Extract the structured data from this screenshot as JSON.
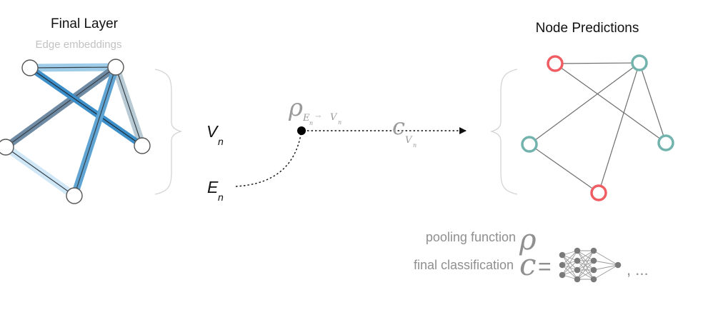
{
  "left_graph": {
    "title": "Final Layer",
    "subtitle": "Edge embeddings"
  },
  "labels": {
    "v_main": "V",
    "v_sub": "n",
    "e_main": "E",
    "e_sub": "n"
  },
  "pooling": {
    "rho": "ρ",
    "sub_e": "E",
    "sub_e_n": "n",
    "arrow": "→",
    "sub_v": "V",
    "sub_v_n": "n"
  },
  "classifier": {
    "c": "c",
    "sub_v": "V",
    "sub_v_n": "n"
  },
  "right_graph": {
    "title": "Node Predictions"
  },
  "legend": {
    "pooling_text": "pooling function",
    "pooling_symbol": "ρ",
    "classification_text": "final classification",
    "classification_symbol": "c",
    "equals": "=",
    "tail": ", ..."
  },
  "colors": {
    "node_red": "#ef5d63",
    "node_teal": "#72b3ad",
    "edge_blue": "#3d8fc9",
    "gray_text": "#8f8f8f"
  }
}
